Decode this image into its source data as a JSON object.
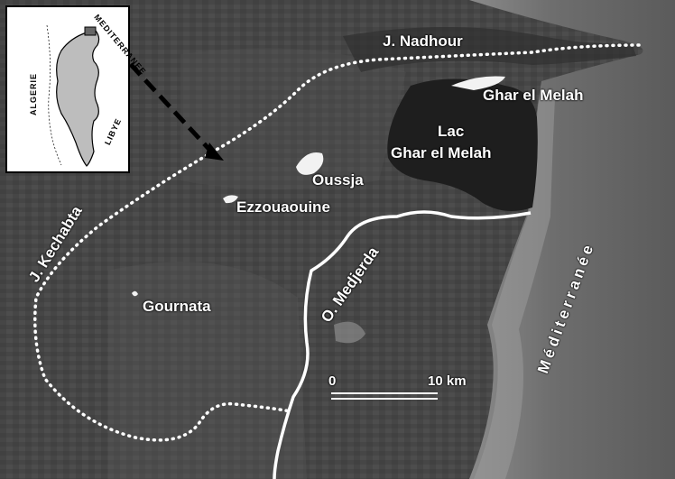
{
  "labels": {
    "nadhour": "J. Nadhour",
    "ghar_el_melah": "Ghar el Melah",
    "lac_1": "Lac",
    "lac_2": "Ghar el Melah",
    "oussja": "Oussja",
    "ezzouaouine": "Ezzouaouine",
    "kechabta": "J. Kechabta",
    "gournata": "Gournata",
    "medjerda": "O. Medjerda",
    "mediterranee_sea": "Méditerranée"
  },
  "scale_bar": {
    "start": "0",
    "end": "10 km"
  },
  "inset": {
    "mediterranee": "MEDITERRANEE",
    "algerie": "ALGERIE",
    "libye": "LIBYE"
  },
  "colors": {
    "land": "#4a4a4a",
    "sea": "#6d6d6d",
    "lagoon": "#1f1f1f",
    "tunisia_fill": "#bdbdbd"
  }
}
